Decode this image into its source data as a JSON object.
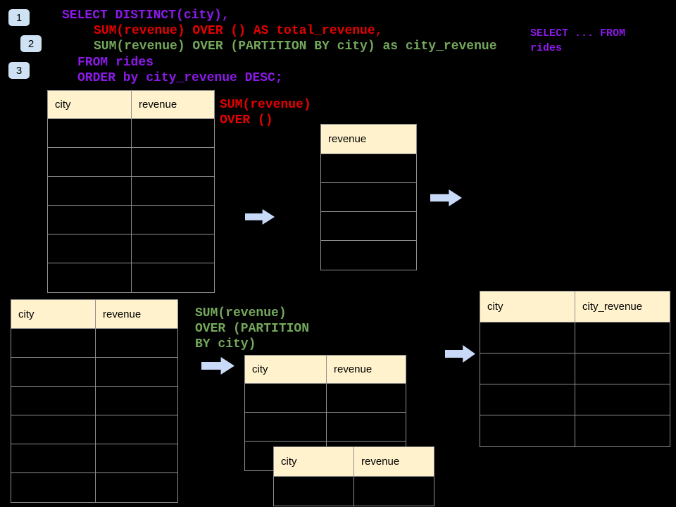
{
  "badges": [
    {
      "label": "1"
    },
    {
      "label": "2"
    },
    {
      "label": "3"
    }
  ],
  "sql_code": {
    "line1": "SELECT DISTINCT(city),",
    "line2": "SUM(revenue) OVER () AS total_revenue,",
    "line3": "SUM(revenue) OVER (PARTITION BY city) as city_revenue",
    "line4": "FROM rides",
    "line5": "ORDER by city_revenue DESC;"
  },
  "side_note": {
    "line1": "SELECT ... FROM",
    "line2": "rides"
  },
  "annotations": {
    "total_window": {
      "line1": "SUM(revenue)",
      "line2": "OVER ()"
    },
    "partition_window": {
      "line1": "SUM(revenue)",
      "line2": "OVER (PARTITION",
      "line3": "BY city)"
    }
  },
  "tables": {
    "source": {
      "headers": [
        "city",
        "revenue"
      ],
      "row_count": 6
    },
    "total_revenue": {
      "headers": [
        "revenue"
      ],
      "row_count": 4
    },
    "partition_source": {
      "headers": [
        "city",
        "revenue"
      ],
      "row_count": 6
    },
    "partition_group1": {
      "headers": [
        "city",
        "revenue"
      ],
      "row_count": 3
    },
    "partition_group2": {
      "headers": [
        "city",
        "revenue"
      ],
      "row_count": 1
    },
    "result": {
      "headers": [
        "city",
        "city_revenue"
      ],
      "row_count": 4
    }
  },
  "colors": {
    "background": "#000000",
    "sql_purple": "#8b1ae8",
    "sql_red": "#e60000",
    "sql_green": "#74a85c",
    "badge_blue": "#cfe2f3",
    "arrow_blue": "#c9daf8",
    "table_header_cream": "#fff2cc",
    "table_border_gray": "#8f8f8f"
  }
}
